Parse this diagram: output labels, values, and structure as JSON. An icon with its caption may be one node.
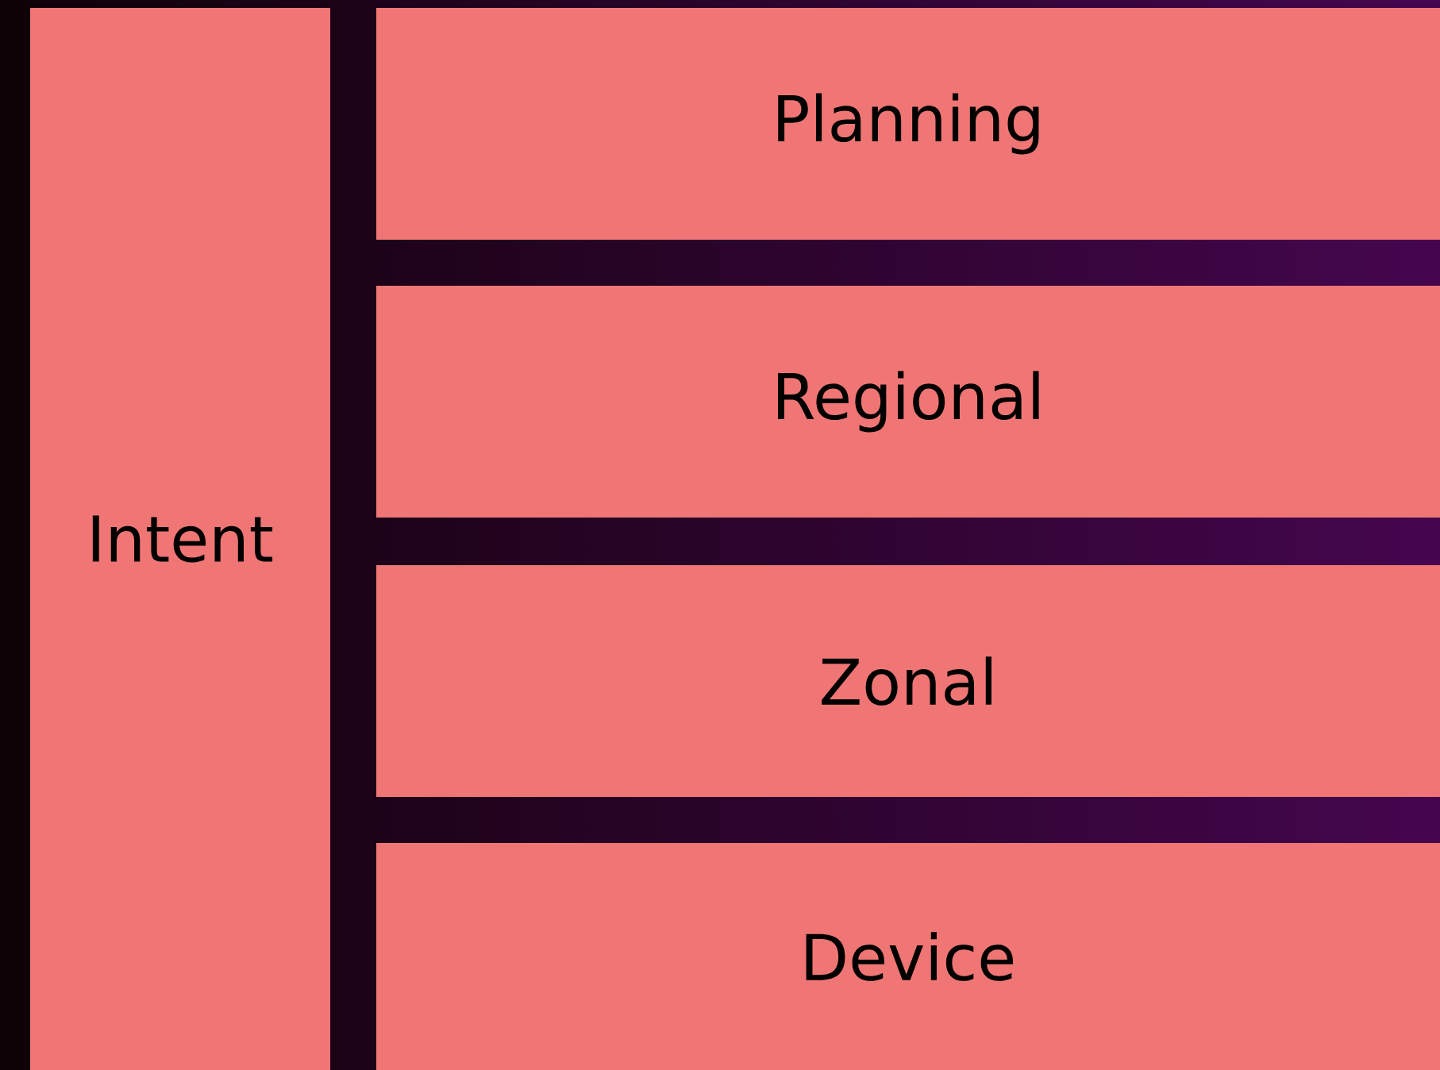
{
  "diagram": {
    "nodes": [
      {
        "text": [
          "Intent"
        ]
      },
      {
        "text": [
          "Planning"
        ]
      },
      {
        "text": [
          "Regional"
        ]
      },
      {
        "text": [
          "Zonal"
        ]
      },
      {
        "text": [
          "Device"
        ]
      }
    ]
  }
}
